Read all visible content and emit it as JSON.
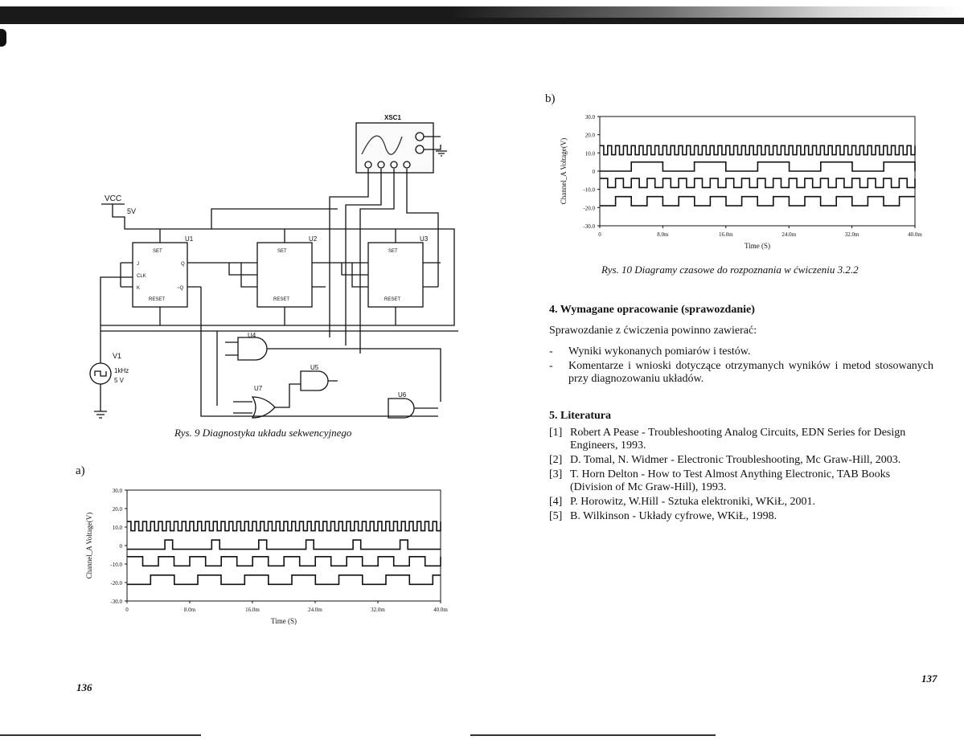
{
  "left_page": {
    "number": "136",
    "figure9": {
      "caption": "Rys. 9  Diagnostyka układu sekwencyjnego",
      "labels": {
        "scope": "XSC1",
        "vcc": "VCC",
        "vcc_value": "5V",
        "source": "V1",
        "source_freq": "1kHz",
        "source_amp": "5 V",
        "ff1": "U1",
        "ff2": "U2",
        "ff3": "U3",
        "gate4": "U4",
        "gate5": "U5",
        "gate6": "U6",
        "gate7": "U7",
        "pin_set": "SET",
        "pin_reset": "RESET",
        "pin_j": "J",
        "pin_k": "K",
        "pin_clk": "CLK",
        "pin_q": "Q",
        "pin_qn": "~Q"
      }
    },
    "panel_label": "a)"
  },
  "right_page": {
    "number": "137",
    "panel_label": "b)",
    "figure10_caption": "Rys. 10  Diagramy czasowe do rozpoznania w ćwiczeniu 3.2.2",
    "section4": {
      "title": "4. Wymagane opracowanie (sprawozdanie)",
      "intro": "Sprawozdanie z ćwiczenia powinno zawierać:",
      "bullets": [
        "Wyniki wykonanych pomiarów i testów.",
        "Komentarze i wnioski dotyczące otrzymanych wyników i metod stosowanych przy diagnozowaniu układów."
      ]
    },
    "section5": {
      "title": "5. Literatura",
      "refs": [
        {
          "num": "[1]",
          "text": "Robert A Pease  -  Troubleshooting Analog Circuits, EDN Series for Design Engineers, 1993."
        },
        {
          "num": "[2]",
          "text": "D. Tomal, N. Widmer  -  Electronic Troubleshooting, Mc Graw-Hill, 2003."
        },
        {
          "num": "[3]",
          "text": "T. Horn Delton  -  How to Test Almost Anything Electronic, TAB Books (Division of Mc Graw-Hill), 1993."
        },
        {
          "num": "[4]",
          "text": "P. Horowitz, W.Hill  -  Sztuka elektroniki, WKiŁ, 2001."
        },
        {
          "num": "[5]",
          "text": "B. Wilkinson  -  Układy cyfrowe, WKiŁ, 1998."
        }
      ]
    }
  },
  "chart_data": [
    {
      "id": "a",
      "type": "line",
      "xlabel": "Time (S)",
      "ylabel": "Channel_A Voltage(V)",
      "xlim": [
        0,
        0.04
      ],
      "ylim": [
        -30,
        30
      ],
      "xticks": [
        "0",
        "8.0m",
        "16.0m",
        "24.0m",
        "32.0m",
        "40.0m"
      ],
      "yticks": [
        "30.0",
        "20.0",
        "10.0",
        "0",
        "-10.0",
        "-20.0",
        "-30.0"
      ],
      "series": [
        {
          "period": 0.001,
          "low": 8,
          "high": 13,
          "duty": 0.5,
          "phase": 0
        },
        {
          "period": 0.006,
          "low": -2,
          "high": 3,
          "duty": 0.167,
          "phase": 0.0048
        },
        {
          "period": 0.004,
          "low": -11,
          "high": -6,
          "duty": 0.5,
          "phase": 0
        },
        {
          "period": 0.006,
          "low": -21,
          "high": -16,
          "duty": 0.5,
          "phase": 0.003
        }
      ]
    },
    {
      "id": "b",
      "type": "line",
      "xlabel": "Time (S)",
      "ylabel": "Channel_A Voltage(V)",
      "xlim": [
        0,
        0.04
      ],
      "ylim": [
        -30,
        30
      ],
      "xticks": [
        "0",
        "8.0m",
        "16.0m",
        "24.0m",
        "32.0m",
        "40.0m"
      ],
      "yticks": [
        "30.0",
        "20.0",
        "10.0",
        "0",
        "-10.0",
        "-20.0",
        "-30.0"
      ],
      "series": [
        {
          "period": 0.001,
          "low": 9,
          "high": 14,
          "duty": 0.5,
          "phase": 0
        },
        {
          "period": 0.008,
          "low": 0,
          "high": 5,
          "duty": 0.5,
          "phase": 0.004
        },
        {
          "period": 0.002,
          "low": -9,
          "high": -4,
          "duty": 0.5,
          "phase": 0
        },
        {
          "period": 0.004,
          "low": -19,
          "high": -14,
          "duty": 0.5,
          "phase": 0.002
        }
      ]
    }
  ]
}
